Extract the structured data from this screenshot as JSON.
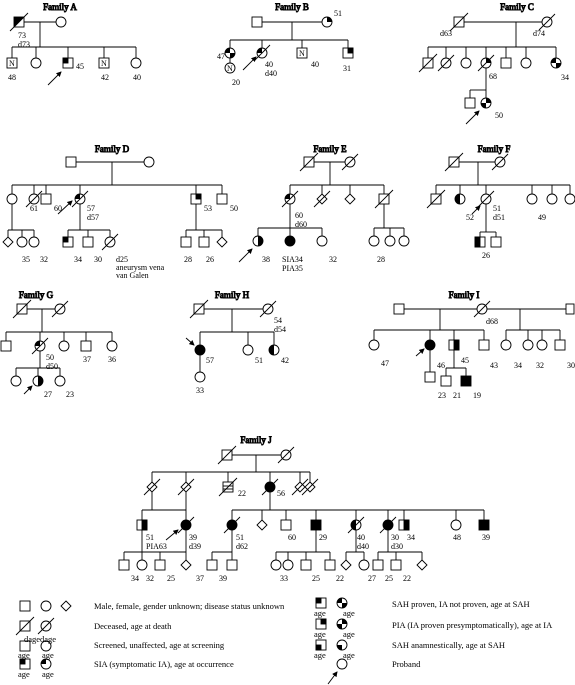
{
  "family_labels": {
    "A": "Family A",
    "B": "Family B",
    "C": "Family C",
    "D": "Family D",
    "E": "Family E",
    "F": "Family F",
    "G": "Family G",
    "H": "Family H",
    "I": "Family I",
    "J": "Family J"
  },
  "fam_a": {
    "g1_age": "73",
    "g1_death": "d73",
    "c1": "48",
    "c3": "45",
    "c4": "42",
    "c5": "40"
  },
  "fam_b": {
    "g1_age": "51",
    "c1": "47",
    "c2a": "40",
    "c2b": "d40",
    "c3": "40",
    "c4": "31",
    "gc": "20"
  },
  "fam_c": {
    "g1a": "d63",
    "g1b": "d74",
    "p_age": "68",
    "p_child": "50",
    "side": "34"
  },
  "fam_d": {
    "c1": "61",
    "c3": "60",
    "c4a": "57",
    "c4b": "d57",
    "c5": "53",
    "c6": "50",
    "g1": "35",
    "g2": "32",
    "g3": "34",
    "g4": "30",
    "g5": "d25",
    "g5n1": "aneurysm vena",
    "g5n2": "van Galen",
    "g6": "28",
    "g7": "26"
  },
  "fam_e": {
    "m1": "60",
    "m2": "d60",
    "c1": "38",
    "c2a": "SIA34",
    "c2b": "PIA35",
    "c3": "32",
    "c4": "28"
  },
  "fam_f": {
    "c1": "52",
    "c2a": "51",
    "c2b": "d51",
    "c3": "49",
    "gc": "26"
  },
  "fam_g": {
    "m1": "50",
    "m2": "d50",
    "s1": "37",
    "s2": "36",
    "c1": "27",
    "c2": "23"
  },
  "fam_h": {
    "m": "57",
    "s1": "51",
    "s2": "42",
    "s3a": "54",
    "s3b": "d54",
    "c": "33"
  },
  "fam_i": {
    "g1": "d68",
    "c1": "47",
    "c2": "46",
    "c3": "45",
    "c4": "43",
    "r1": "34",
    "r2": "32",
    "r3": "30",
    "gc1": "23",
    "gc2": "21",
    "gc3": "19"
  },
  "fam_j": {
    "a": "22",
    "b": "56",
    "p1a": "51",
    "p1b": "PIA63",
    "p2a": "39",
    "p2b": "d39",
    "p3a": "51",
    "p3b": "d62",
    "p4": "60",
    "p5": "29",
    "p6a": "40",
    "p6b": "d40",
    "p7a": "30",
    "p7b": "d30",
    "p8": "34",
    "p9": "48",
    "p10": "39",
    "g1": "34",
    "g2": "32",
    "g3": "25",
    "g4": "37",
    "g5": "39",
    "g6": "33",
    "g7": "25",
    "g8": "22",
    "g9": "27",
    "g10": "25",
    "g11": "22"
  },
  "legend": {
    "sym_age": "age",
    "sym_dage": "dage",
    "row1": "Male, female, gender unknown; disease status unknown",
    "row2": "Deceased, age at death",
    "row3": "Screened, unaffected, age at screening",
    "row4": "SIA (symptomatic IA), age at occurrence",
    "right1": "SAH proven, IA not proven, age at SAH",
    "right2": "PIA (IA proven presymptomatically), age at IA",
    "right3": "SAH anamnestically, age at SAH",
    "right4": "Proband"
  }
}
